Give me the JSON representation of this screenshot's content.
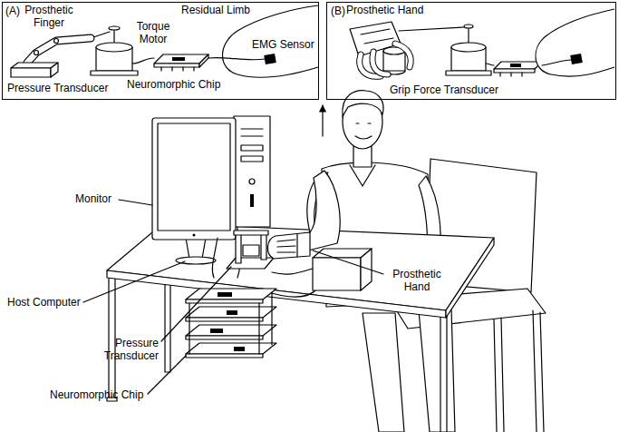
{
  "diagram": {
    "nodes": [
      {
        "text": [
          "(A)",
          "Prosthetic Finger",
          "Torque Motor",
          "Residual Limb",
          "EMG Sensor",
          "Neuromorphic Chip",
          "Pressure Transducer"
        ]
      },
      {
        "text": [
          "(B)",
          "Prosthetic Hand",
          "Grip Force Transducer"
        ]
      }
    ],
    "labels": [
      "Monitor",
      "Host Computer",
      "Pressure Transducer",
      "Neuromorphic Chip",
      "Prosthetic Hand"
    ]
  }
}
